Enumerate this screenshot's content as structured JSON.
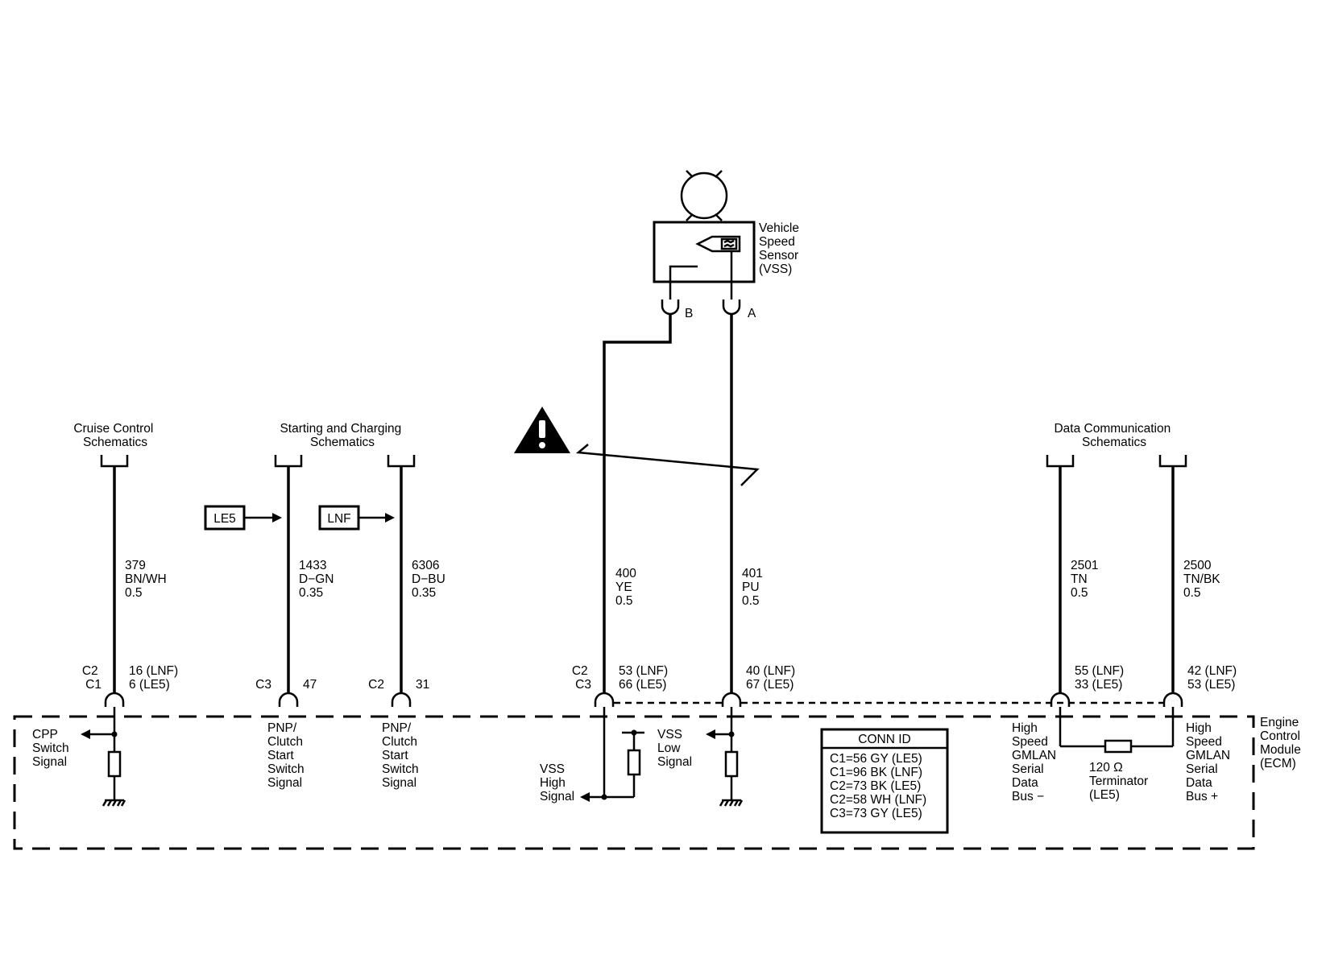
{
  "vss": {
    "name_lines": [
      "Vehicle",
      "Speed",
      "Sensor",
      "(VSS)"
    ],
    "pin_b": "B",
    "pin_a": "A"
  },
  "references": {
    "cruise": [
      "Cruise Control",
      "Schematics"
    ],
    "starting": [
      "Starting and Charging",
      "Schematics"
    ],
    "datacomm": [
      "Data Communication",
      "Schematics"
    ]
  },
  "options": {
    "le5": "LE5",
    "lnf": "LNF"
  },
  "wires": {
    "w379": [
      "379",
      "BN/WH",
      "0.5"
    ],
    "w1433": [
      "1433",
      "D−GN",
      "0.35"
    ],
    "w6306": [
      "6306",
      "D−BU",
      "0.35"
    ],
    "w400": [
      "400",
      "YE",
      "0.5"
    ],
    "w401": [
      "401",
      "PU",
      "0.5"
    ],
    "w2501": [
      "2501",
      "TN",
      "0.5"
    ],
    "w2500": [
      "2500",
      "TN/BK",
      "0.5"
    ]
  },
  "connectors": {
    "cpp": {
      "conn": [
        "C2",
        "C1"
      ],
      "pins": [
        "16 (LNF)",
        "6 (LE5)"
      ]
    },
    "pnp1": {
      "conn": "C3",
      "pin": "47"
    },
    "pnp2": {
      "conn": "C2",
      "pin": "31"
    },
    "vss_high": {
      "conn": [
        "C2",
        "C3"
      ],
      "pins": [
        "53 (LNF)",
        "66 (LE5)"
      ]
    },
    "vss_low": {
      "pins": [
        "40 (LNF)",
        "67 (LE5)"
      ]
    },
    "bus_minus": {
      "pins": [
        "55 (LNF)",
        "33 (LE5)"
      ]
    },
    "bus_plus": {
      "pins": [
        "42 (LNF)",
        "53 (LE5)"
      ]
    }
  },
  "ecm": {
    "name_lines": [
      "Engine",
      "Control",
      "Module",
      "(ECM)"
    ],
    "cpp_signal": [
      "CPP",
      "Switch",
      "Signal"
    ],
    "pnp_signal": [
      "PNP/",
      "Clutch",
      "Start",
      "Switch",
      "Signal"
    ],
    "vss_high_signal": [
      "VSS",
      "High",
      "Signal"
    ],
    "vss_low_signal": [
      "VSS",
      "Low",
      "Signal"
    ],
    "bus_minus": [
      "High",
      "Speed",
      "GMLAN",
      "Serial",
      "Data",
      "Bus −"
    ],
    "bus_plus": [
      "High",
      "Speed",
      "GMLAN",
      "Serial",
      "Data",
      "Bus +"
    ],
    "terminator": [
      "120 Ω",
      "Terminator",
      "(LE5)"
    ]
  },
  "conn_id": {
    "title": "CONN ID",
    "rows": [
      "C1=56 GY (LE5)",
      "C1=96 BK (LNF)",
      "C2=73 BK (LE5)",
      "C2=58 WH (LNF)",
      "C3=73 GY (LE5)"
    ]
  }
}
